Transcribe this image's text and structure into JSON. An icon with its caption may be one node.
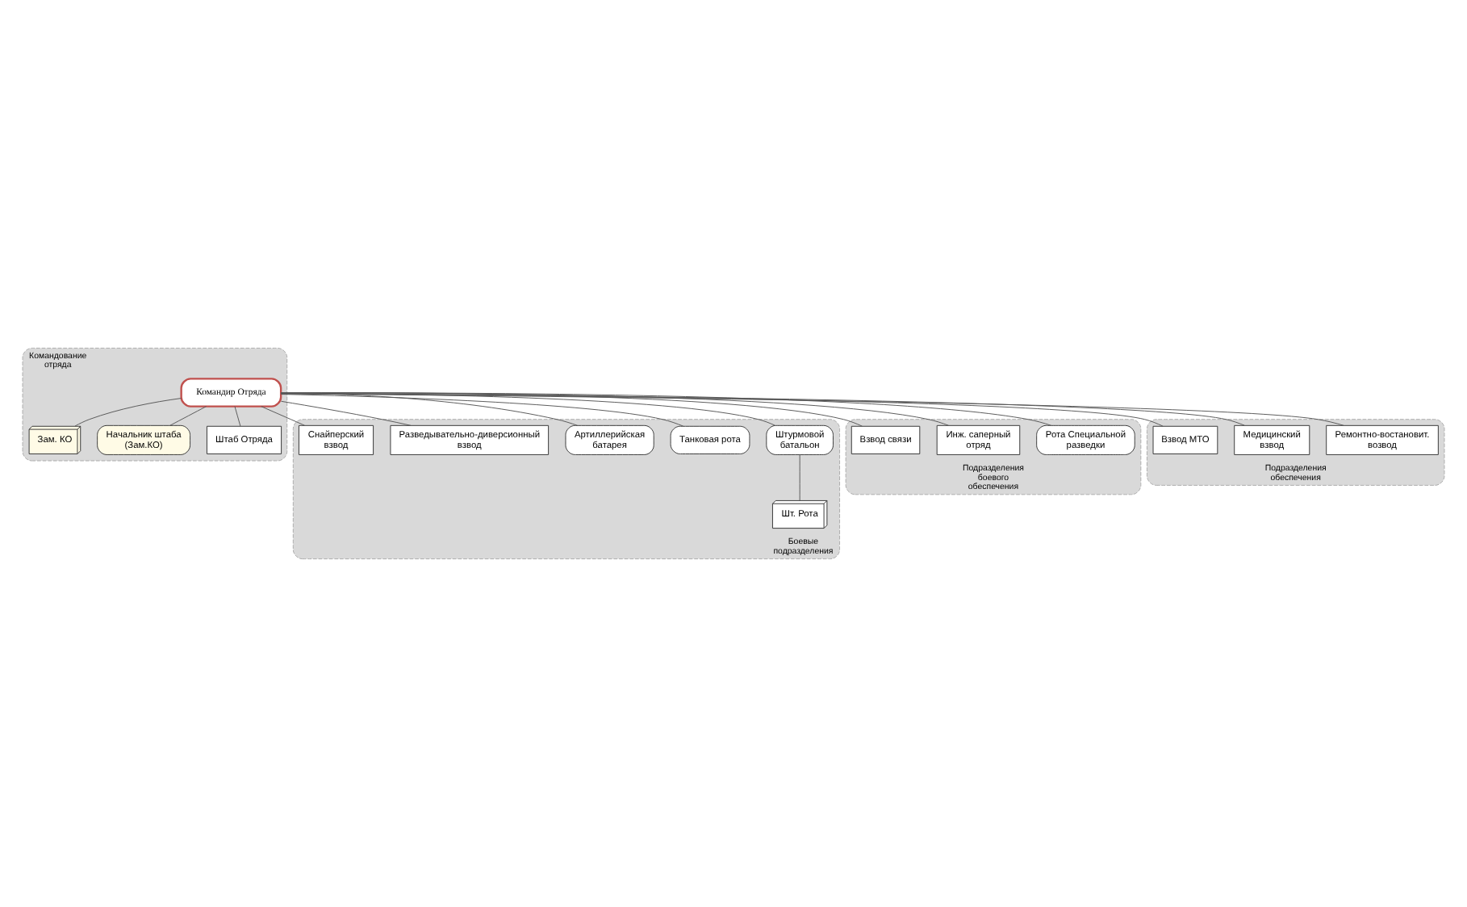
{
  "diagram": {
    "nodes": [
      {
        "text": [
          "Командование отряда"
        ]
      },
      {
        "text": [
          "Командир Отряда"
        ],
        "in": 0
      },
      {
        "text": [
          "Зам. КО"
        ],
        "in": 0
      },
      {
        "text": [
          "Начальник штаба (Зам.КО)"
        ],
        "in": 0
      },
      {
        "text": [
          "Штаб Отряда"
        ],
        "in": 0
      },
      {
        "text": [
          "Боевые подразделения"
        ]
      },
      {
        "text": [
          "Штурмовой батальон"
        ],
        "in": 5
      },
      {
        "text": [
          "Шт. Рота"
        ],
        "in": 5
      },
      {
        "text": [
          "Танковая рота"
        ],
        "in": 5
      },
      {
        "text": [
          "Артиллерийская батарея"
        ],
        "in": 5
      },
      {
        "text": [
          "Разведывательно-диверсионный взвод"
        ],
        "in": 5
      },
      {
        "text": [
          "Снайперский взвод"
        ],
        "in": 5
      },
      {
        "text": [
          "Подразделения боевого обеспечения"
        ]
      },
      {
        "text": [
          "Рота Специальной разведки"
        ],
        "in": 12
      },
      {
        "text": [
          "Инж. саперный отряд"
        ],
        "in": 12
      },
      {
        "text": [
          "Взвод связи"
        ],
        "in": 12
      },
      {
        "text": [
          "Подразделения обеспечения"
        ]
      },
      {
        "text": [
          "Ремонтно-востановит. возвод"
        ],
        "in": 16
      },
      {
        "text": [
          "Медицинский взвод"
        ],
        "in": 16
      },
      {
        "text": [
          "Взвод МТО"
        ],
        "in": 16
      }
    ],
    "edges": [
      {
        "from": 1,
        "to": 2,
        "arrow": "none"
      },
      {
        "from": 1,
        "to": 3,
        "arrow": "none"
      },
      {
        "from": 1,
        "to": 4,
        "arrow": "none"
      },
      {
        "from": 1,
        "to": 6,
        "arrow": "none"
      },
      {
        "from": 6,
        "to": 7,
        "arrow": "none"
      },
      {
        "from": 1,
        "to": 8,
        "arrow": "none"
      },
      {
        "from": 1,
        "to": 9,
        "arrow": "none"
      },
      {
        "from": 1,
        "to": 10,
        "arrow": "none"
      },
      {
        "from": 1,
        "to": 11,
        "arrow": "none"
      },
      {
        "from": 1,
        "to": 13,
        "arrow": "none"
      },
      {
        "from": 1,
        "to": 14,
        "arrow": "none"
      },
      {
        "from": 1,
        "to": 15,
        "arrow": "none"
      },
      {
        "from": 1,
        "to": 17,
        "arrow": "none"
      },
      {
        "from": 1,
        "to": 18,
        "arrow": "none"
      },
      {
        "from": 1,
        "to": 19,
        "arrow": "none"
      }
    ]
  }
}
